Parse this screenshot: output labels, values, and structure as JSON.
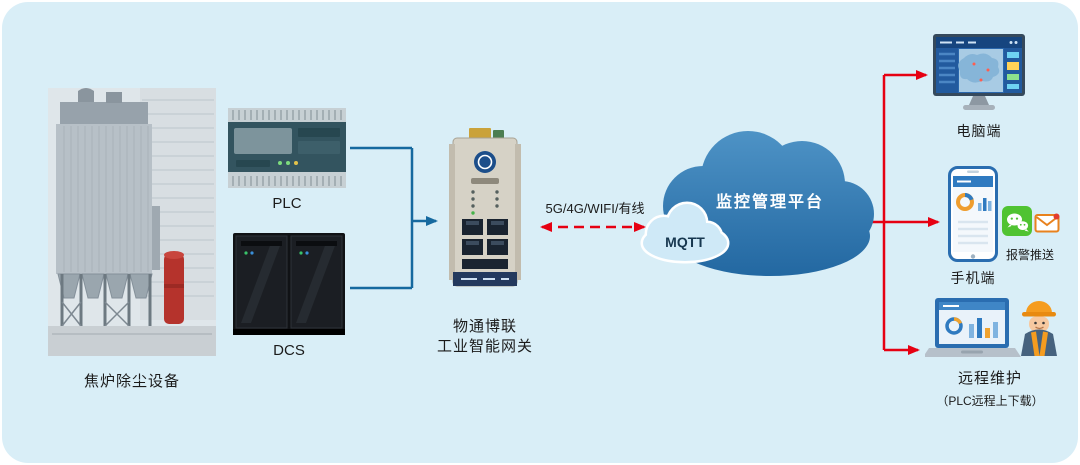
{
  "diagram": {
    "equipment_label": "焦炉除尘设备",
    "plc_label": "PLC",
    "dcs_label": "DCS",
    "gateway_label_line1": "物通博联",
    "gateway_label_line2": "工业智能网关",
    "link_label": "5G/4G/WIFI/有线",
    "mqtt_label": "MQTT",
    "platform_label": "监控管理平台",
    "pc_label": "电脑端",
    "push_label": "报警推送",
    "mobile_label": "手机端",
    "remote_label": "远程维护",
    "remote_sub_label": "（PLC远程上下载）"
  },
  "colors": {
    "background": "#d9eef7",
    "connector_blue": "#16699f",
    "connector_red": "#e60012",
    "cloud_blue_top": "#4e93c6",
    "cloud_blue_bottom": "#20659f",
    "mqtt_cloud_fill": "#cfe9f7",
    "wechat_green": "#50c332",
    "alert_orange": "#f0941d"
  }
}
